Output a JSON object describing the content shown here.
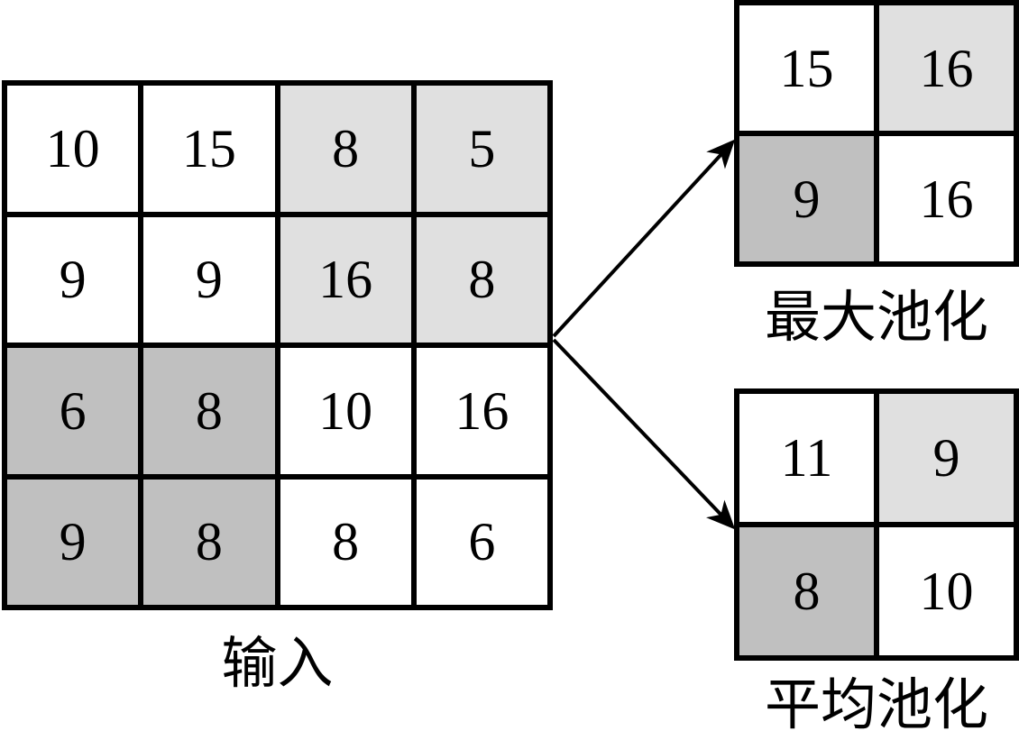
{
  "labels": {
    "input": "输入",
    "max_pooling": "最大池化",
    "avg_pooling": "平均池化"
  },
  "colors": {
    "background": "#ffffff",
    "line": "#000000",
    "light_gray": "#e0e0e0",
    "medium_gray": "#c0c0c0"
  },
  "input_grid": {
    "rows": [
      [
        "10",
        "15",
        "8",
        "5"
      ],
      [
        "9",
        "9",
        "16",
        "8"
      ],
      [
        "6",
        "8",
        "10",
        "16"
      ],
      [
        "9",
        "8",
        "8",
        "6"
      ]
    ],
    "shading": [
      [
        "w",
        "w",
        "l",
        "l"
      ],
      [
        "w",
        "w",
        "l",
        "l"
      ],
      [
        "d",
        "d",
        "w",
        "w"
      ],
      [
        "d",
        "d",
        "w",
        "w"
      ]
    ]
  },
  "max_grid": {
    "rows": [
      [
        "15",
        "16"
      ],
      [
        "9",
        "16"
      ]
    ],
    "shading": [
      [
        "w",
        "l"
      ],
      [
        "d",
        "w"
      ]
    ]
  },
  "avg_grid": {
    "rows": [
      [
        "11",
        "9"
      ],
      [
        "8",
        "10"
      ]
    ],
    "shading": [
      [
        "w",
        "l"
      ],
      [
        "d",
        "w"
      ]
    ]
  }
}
